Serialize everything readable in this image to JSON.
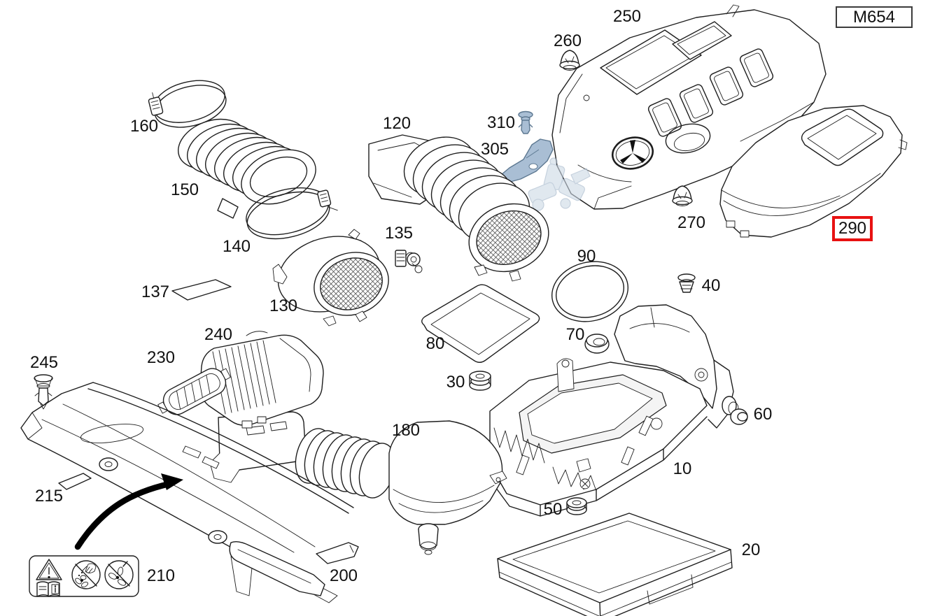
{
  "diagram": {
    "engine_code": "M654",
    "highlighted_callout": {
      "num": "290"
    },
    "callouts": [
      {
        "num": "160"
      },
      {
        "num": "150"
      },
      {
        "num": "140"
      },
      {
        "num": "137"
      },
      {
        "num": "130"
      },
      {
        "num": "135"
      },
      {
        "num": "120"
      },
      {
        "num": "310"
      },
      {
        "num": "305"
      },
      {
        "num": "250"
      },
      {
        "num": "260"
      },
      {
        "num": "270"
      },
      {
        "num": "90"
      },
      {
        "num": "40"
      },
      {
        "num": "80"
      },
      {
        "num": "70"
      },
      {
        "num": "30"
      },
      {
        "num": "240"
      },
      {
        "num": "230"
      },
      {
        "num": "245"
      },
      {
        "num": "60"
      },
      {
        "num": "10"
      },
      {
        "num": "180"
      },
      {
        "num": "50"
      },
      {
        "num": "215"
      },
      {
        "num": "210"
      },
      {
        "num": "200"
      },
      {
        "num": "20"
      }
    ],
    "colors": {
      "background": "#ffffff",
      "line_art": "#1e1e1e",
      "highlight_border": "#e81212",
      "new_part_fill": "#a9bed4",
      "new_part_stroke": "#5d7891",
      "ghost_part_fill": "#cdd9e6"
    },
    "warning_label": {
      "icons": [
        "warning-triangle-icon",
        "read-operator-manual-icon",
        "no-reaching-into-fan-icon",
        "no-tools-into-fan-icon"
      ]
    }
  }
}
